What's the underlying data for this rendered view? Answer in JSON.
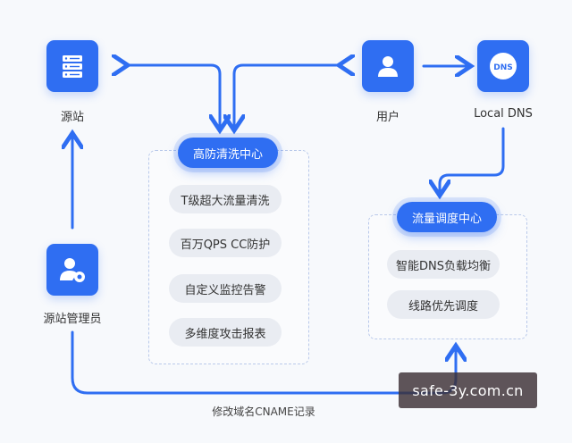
{
  "nodes": {
    "origin": {
      "label": "源站",
      "icon": "server-icon"
    },
    "user": {
      "label": "用户",
      "icon": "user-icon"
    },
    "local_dns": {
      "label": "Local DNS",
      "icon": "dns-icon",
      "badge": "DNS"
    },
    "admin": {
      "label": "源站管理员",
      "icon": "admin-user-gear-icon"
    }
  },
  "panels": {
    "ddos_center": {
      "title": "高防清洗中心",
      "features": [
        "T级超大流量清洗",
        "百万QPS CC防护",
        "自定义监控告警",
        "多维度攻击报表"
      ]
    },
    "traffic_center": {
      "title": "流量调度中心",
      "features": [
        "智能DNS负载均衡",
        "线路优先调度"
      ]
    }
  },
  "edges": {
    "cname_label": "修改域名CNAME记录"
  },
  "watermark": "safe-3y.com.cn",
  "colors": {
    "primary": "#2f6ef2",
    "pill_bg": "#e9ecf2",
    "panel_border": "#b9c9ea",
    "background": "#f7f9fc"
  }
}
